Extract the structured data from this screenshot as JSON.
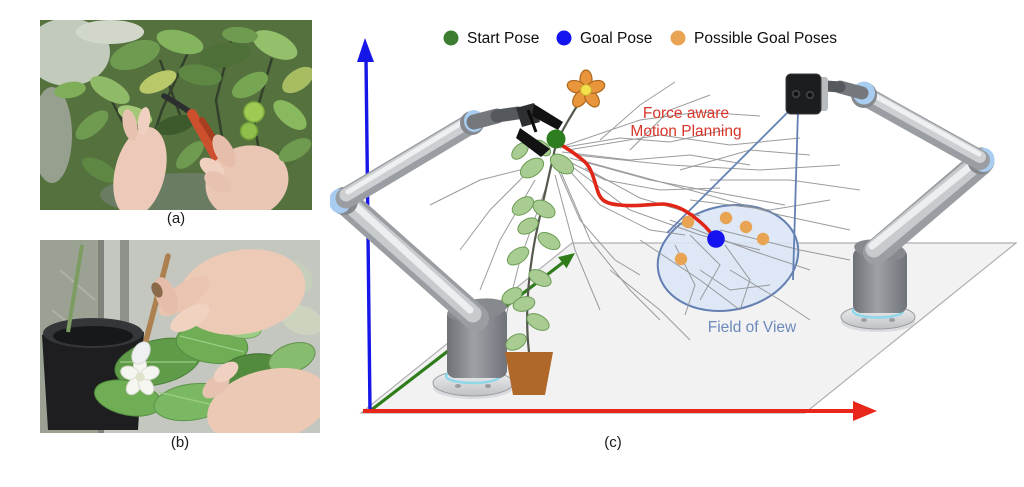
{
  "panels": {
    "a": {
      "caption": "(a)"
    },
    "b": {
      "caption": "(b)"
    },
    "c": {
      "caption": "(c)"
    }
  },
  "legend": {
    "items": [
      {
        "label": "Start Pose",
        "color": "#3d7d31"
      },
      {
        "label": "Goal Pose",
        "color": "#1414f0"
      },
      {
        "label": "Possible Goal Poses",
        "color": "#e9a453"
      }
    ]
  },
  "diagram": {
    "force_label_line1": "Force aware",
    "force_label_line2": "Motion Planning",
    "force_label_color": "#d8342a",
    "fov_label": "Field of View",
    "fov_label_color": "#6b8abc",
    "trajectory_color": "#e02617",
    "fov_cone_color": "#6480b2",
    "axis_colors": {
      "x": "#e8261a",
      "y": "#2e7c1a",
      "z": "#1616e8"
    },
    "marker_colors": {
      "start": "#2e7d21",
      "goal": "#1412ee",
      "possible": "#e9a453"
    }
  }
}
